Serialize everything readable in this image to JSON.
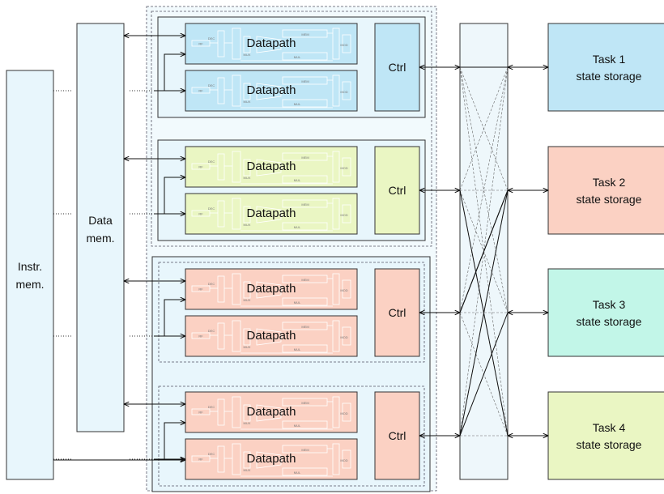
{
  "memories": {
    "instr_line1": "Instr.",
    "instr_line2": "mem.",
    "data_line1": "Data",
    "data_line2": "mem."
  },
  "datapath_label": "Datapath",
  "ctrl_label": "Ctrl",
  "datapath_inner_labels": {
    "rf": "RF",
    "mem": "MEM",
    "mul": "MUL",
    "mod": "MOD",
    "dec": "DEC",
    "mux": "MUX"
  },
  "tasks": [
    {
      "line1": "Task 1",
      "line2": "state storage",
      "color": "#bfe6f6"
    },
    {
      "line1": "Task 2",
      "line2": "state storage",
      "color": "#fbd1c3"
    },
    {
      "line1": "Task 3",
      "line2": "state storage",
      "color": "#c2f6e8"
    },
    {
      "line1": "Task 4",
      "line2": "state storage",
      "color": "#eaf6c3"
    }
  ],
  "colors": {
    "blue": "#bfe6f6",
    "yellow": "#eaf6c3",
    "salmon": "#fbd1c3",
    "panel": "#e8f6fc",
    "outer": "#f2fafd",
    "crossbar": "#eef7fb"
  }
}
